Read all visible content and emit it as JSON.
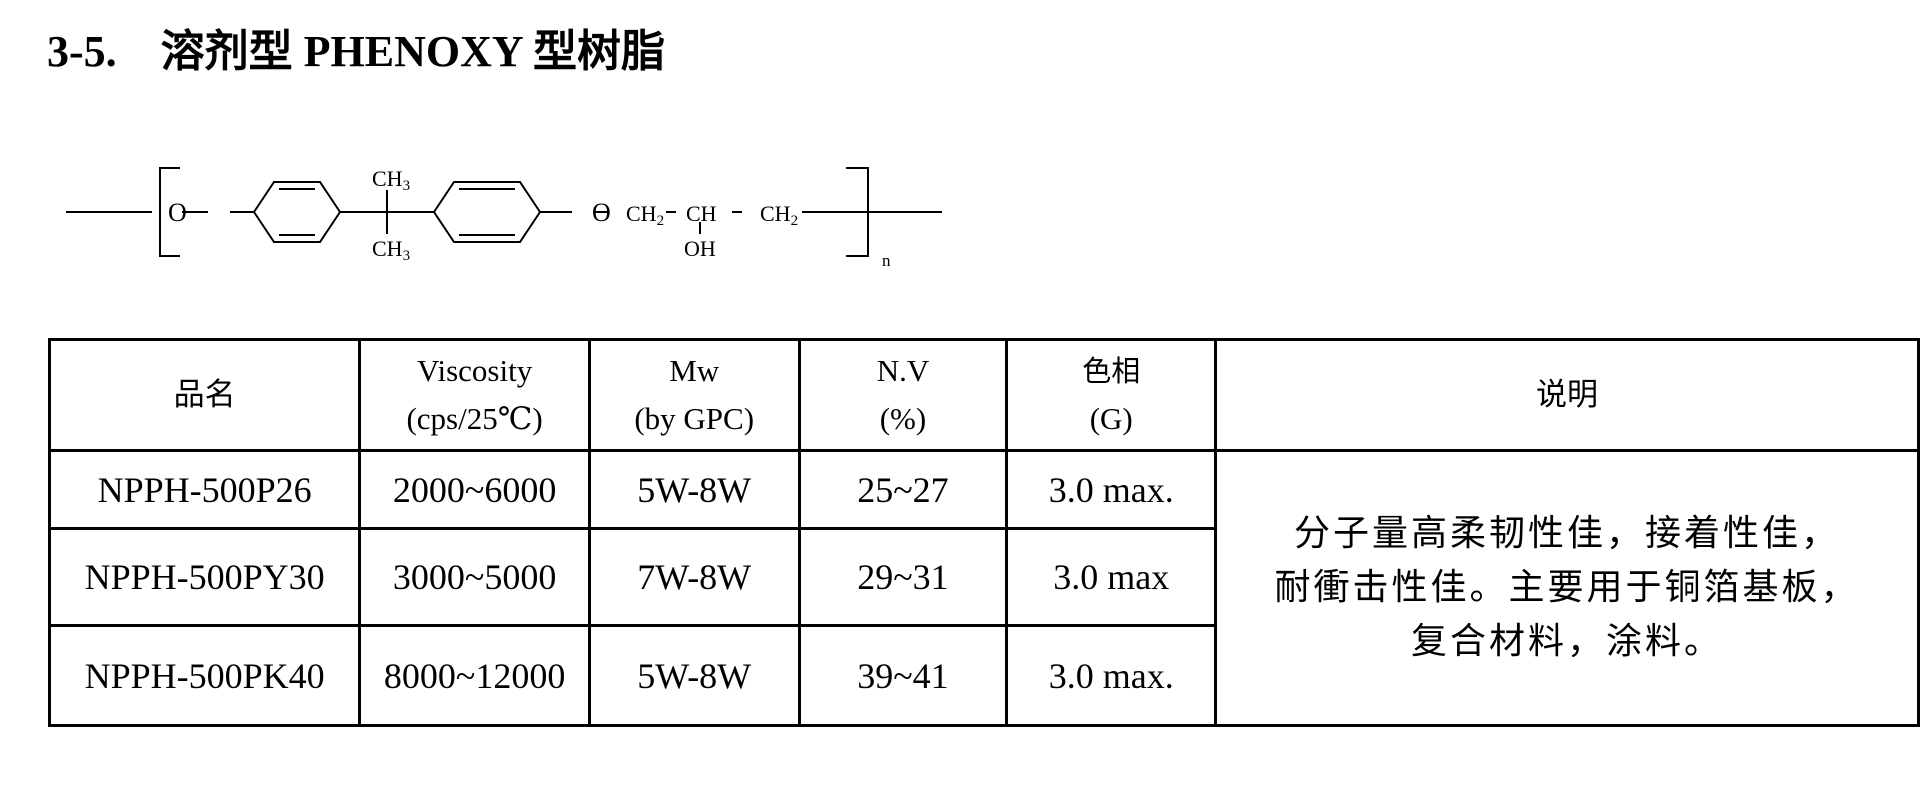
{
  "section": {
    "number": "3-5.",
    "title": "溶剂型 PHENOXY 型树脂"
  },
  "structure": {
    "left_o": "O",
    "ch3_top": "CH",
    "ch3_top_sub": "3",
    "ch3_bottom": "CH",
    "ch3_bottom_sub": "3",
    "right_o": "O",
    "ch2_a": "CH",
    "ch2_a_sub": "2",
    "ch": "CH",
    "ch2_b": "CH",
    "ch2_b_sub": "2",
    "oh": "OH",
    "subscript_n": "n"
  },
  "table": {
    "headers": [
      {
        "line1": "品名",
        "line2": ""
      },
      {
        "line1": "Viscosity",
        "line2": "(cps/25℃)"
      },
      {
        "line1": "Mw",
        "line2": "(by GPC)"
      },
      {
        "line1": "N.V",
        "line2": "(%)"
      },
      {
        "line1": "色相",
        "line2": "(G)"
      },
      {
        "line1": "说明",
        "line2": ""
      }
    ],
    "rows": [
      {
        "name": "NPPH-500P26",
        "viscosity": "2000~6000",
        "mw": "5W-8W",
        "nv": "25~27",
        "color": "3.0 max."
      },
      {
        "name": "NPPH-500PY30",
        "viscosity": "3000~5000",
        "mw": "7W-8W",
        "nv": "29~31",
        "color": "3.0 max"
      },
      {
        "name": "NPPH-500PK40",
        "viscosity": "8000~12000",
        "mw": "5W-8W",
        "nv": "39~41",
        "color": "3.0 max."
      }
    ],
    "description": [
      "分子量高柔韧性佳，接着性佳，",
      "耐衝击性佳。主要用于铜箔基板，",
      "复合材料，涂料。"
    ]
  }
}
